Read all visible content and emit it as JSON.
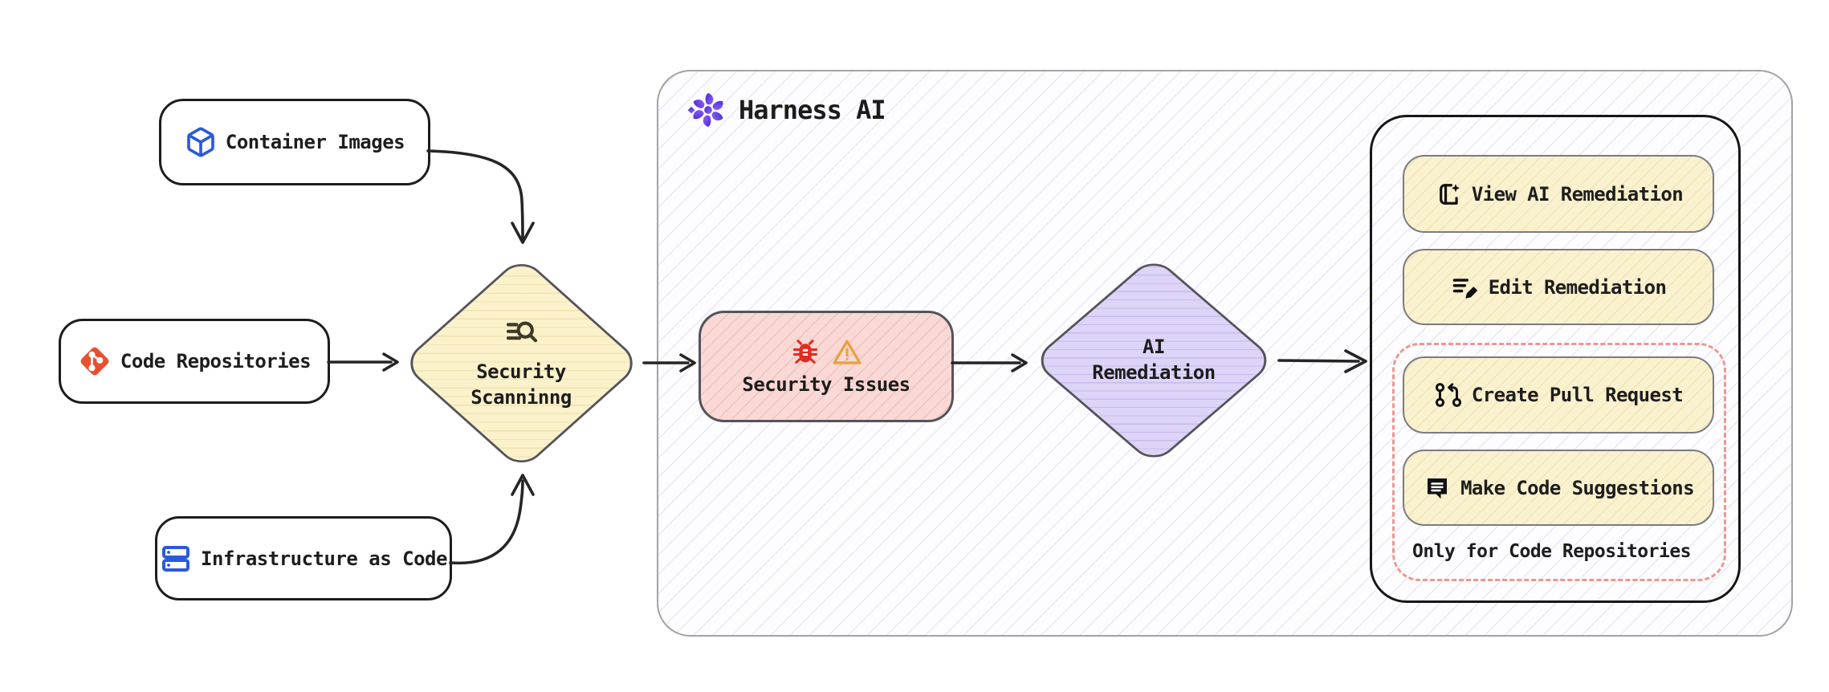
{
  "flow": {
    "sources": [
      {
        "label": "Container Images",
        "icon": "cube-icon"
      },
      {
        "label": "Code Repositories",
        "icon": "git-icon"
      },
      {
        "label": "Infrastructure as Code",
        "icon": "server-icon"
      }
    ],
    "scanning": {
      "line1": "Security",
      "line2": "Scanninng",
      "icon": "search-list-icon"
    },
    "issues": {
      "label": "Security Issues",
      "icons": [
        "bug-icon",
        "warning-icon"
      ]
    },
    "remediation": {
      "line1": "AI",
      "line2": "Remediation"
    },
    "harness": {
      "title": "Harness AI",
      "icon": "harness-ai-icon",
      "actions": [
        {
          "label": "View AI Remediation",
          "icon": "book-sparkle-icon"
        },
        {
          "label": "Edit Remediation",
          "icon": "edit-list-icon"
        }
      ],
      "code_repo_actions": [
        {
          "label": "Create Pull Request",
          "icon": "pull-request-icon"
        },
        {
          "label": "Make Code Suggestions",
          "icon": "code-suggestion-icon"
        }
      ],
      "code_repo_note": "Only for Code Repositories"
    },
    "colors": {
      "node_border": "#1D1D1D",
      "scan_fill": "#FBF2CB",
      "issues_fill": "#F9D8D5",
      "remediation_fill": "#DED4F7",
      "action_fill": "#FAF1CE",
      "panel_hatch": "#DEDEF5",
      "dashed_highlight": "#F0968D",
      "harness_purple": "#6B3BEE",
      "git_orange": "#E8502F",
      "icon_blue": "#2A5BD7",
      "bug_red": "#E02B20",
      "warning_orange": "#E9A13B",
      "arrow": "#252525"
    }
  }
}
